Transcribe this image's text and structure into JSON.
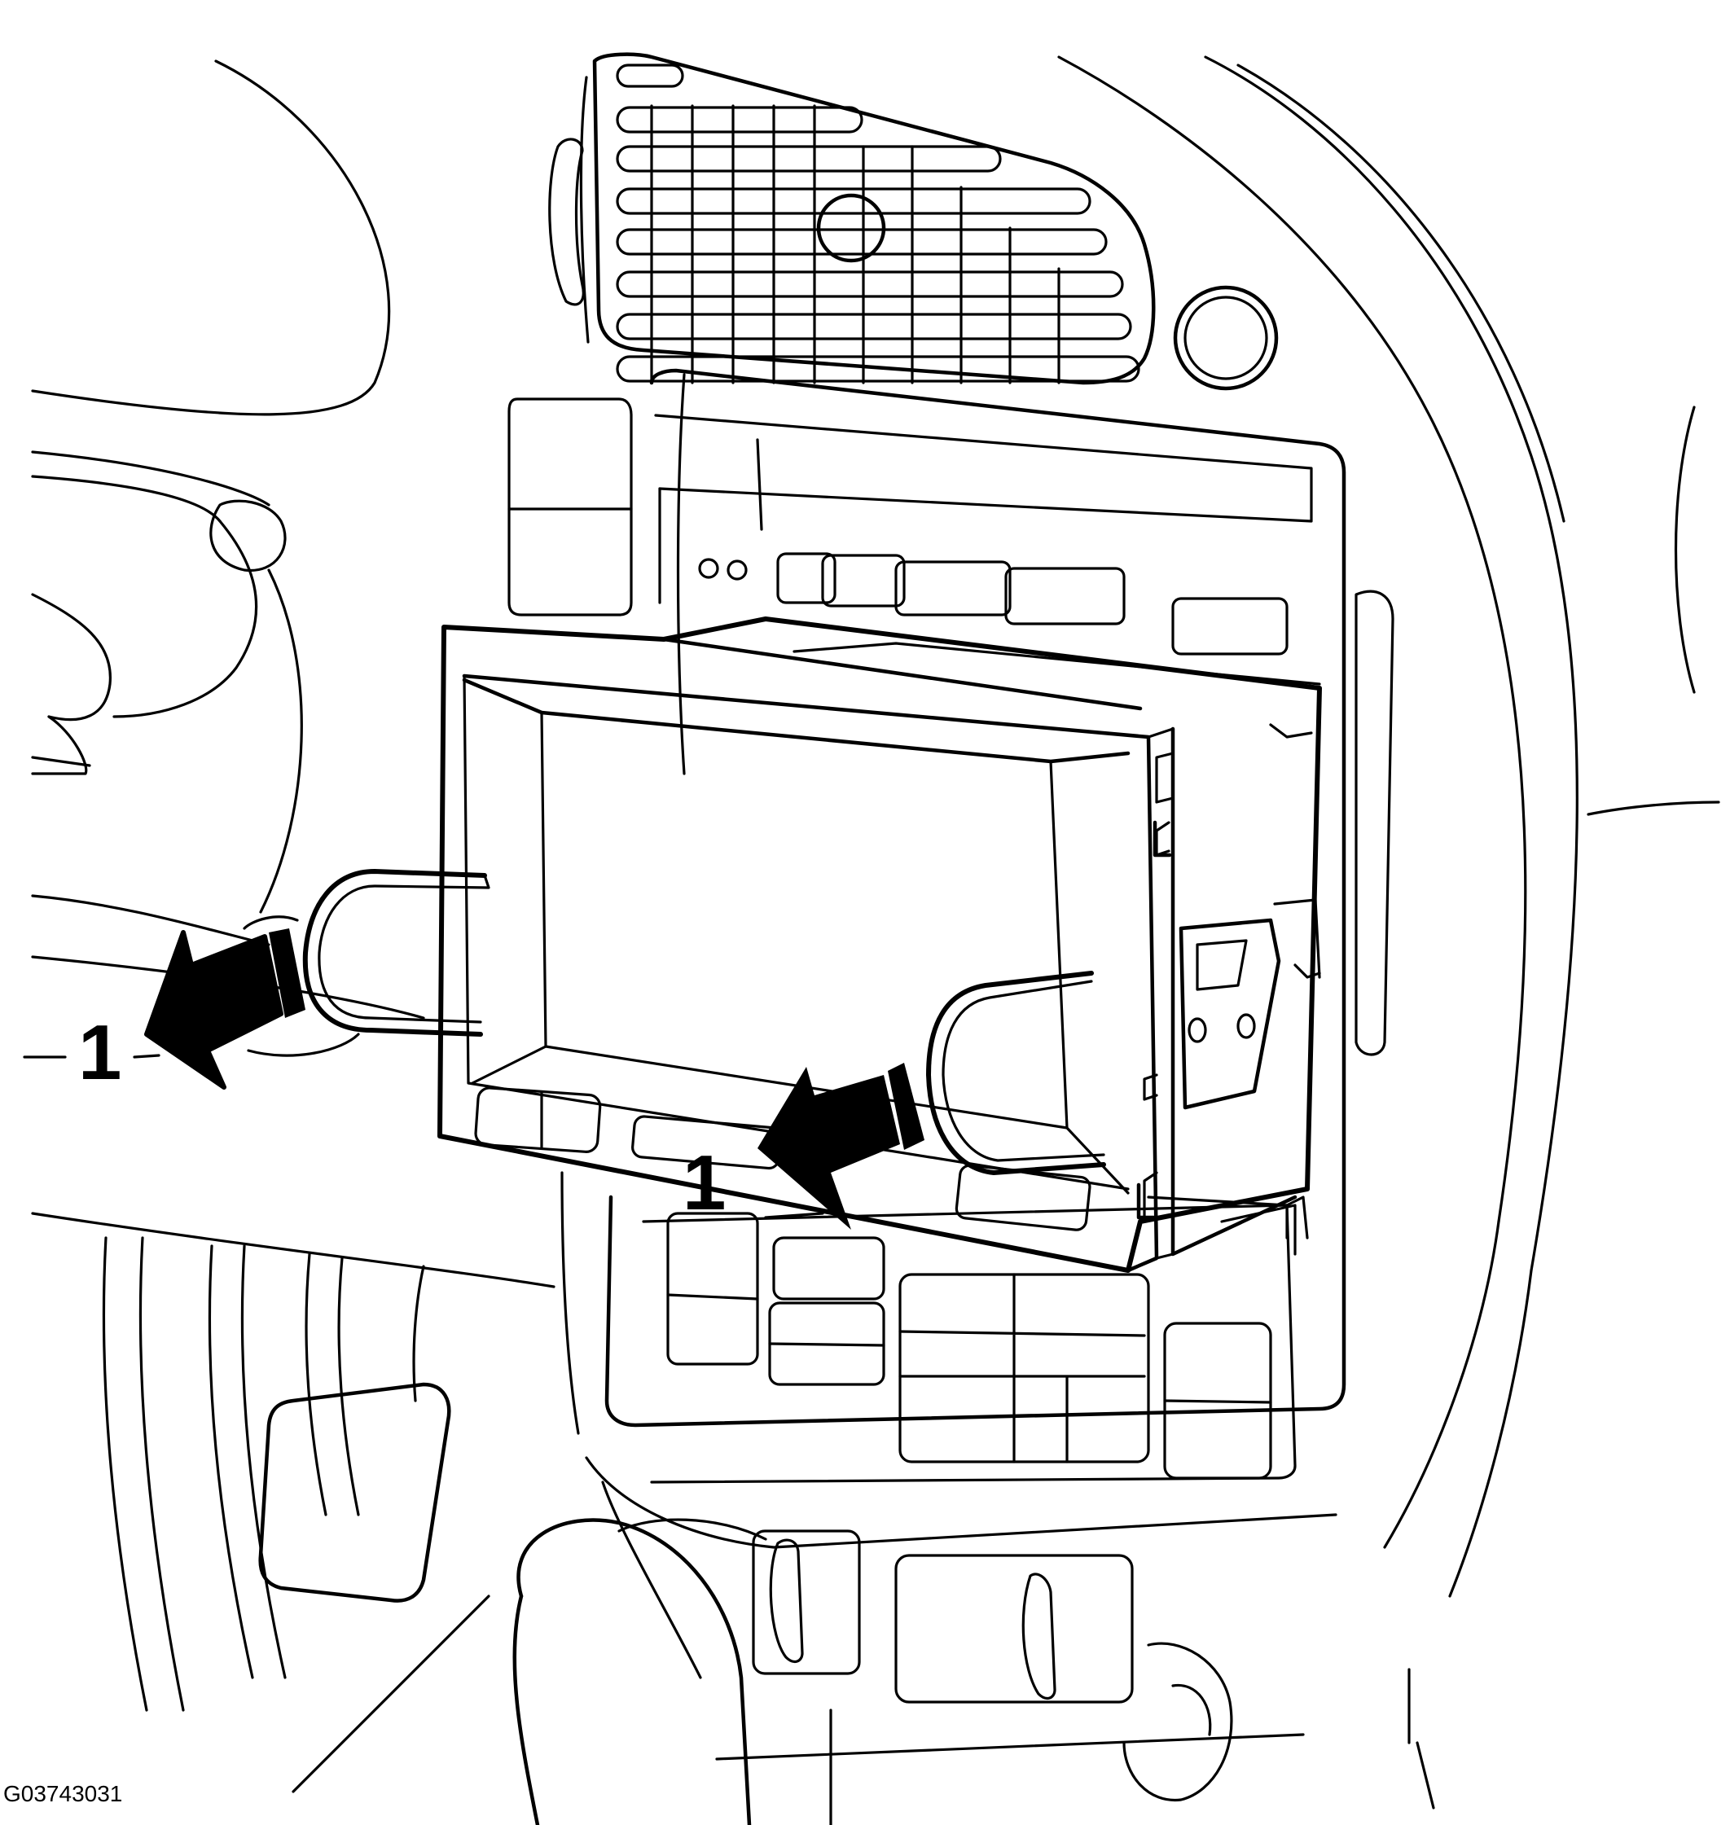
{
  "figure": {
    "id_label": "G03743031",
    "callouts": [
      {
        "label": "1",
        "target": "left-release-key"
      },
      {
        "label": "1",
        "target": "right-release-key"
      }
    ]
  }
}
